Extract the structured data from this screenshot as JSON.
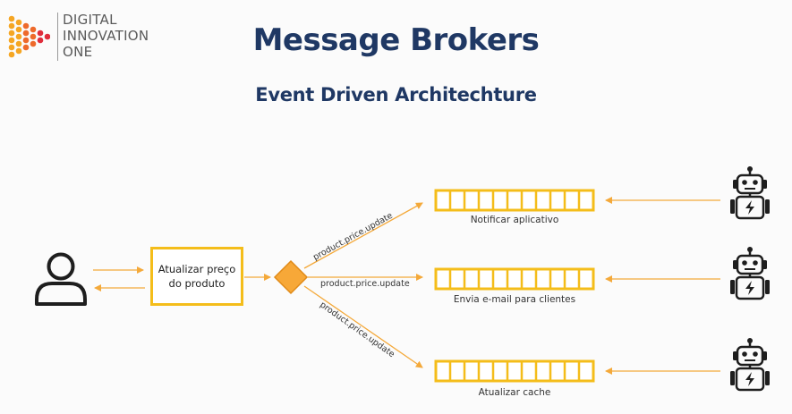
{
  "logo": {
    "lines": [
      "DIGITAL",
      "INNOVATION",
      "ONE"
    ],
    "brand_colors": [
      "#f5a623",
      "#ee6a2b",
      "#e02d3c"
    ]
  },
  "title": "Message Brokers",
  "subtitle": "Event Driven Architechture",
  "diagram": {
    "user": {
      "icon": "user-icon"
    },
    "process": {
      "label_line1": "Atualizar preço",
      "label_line2": "do produto"
    },
    "broker": {
      "icon": "exchange-diamond-icon"
    },
    "routes": [
      {
        "key": "product.price.update"
      },
      {
        "key": "product.price.update"
      },
      {
        "key": "product.price.update"
      }
    ],
    "queues": [
      {
        "label": "Notificar aplicativo",
        "slots": 11
      },
      {
        "label": "Envia e-mail para clientes",
        "slots": 11
      },
      {
        "label": "Atualizar cache",
        "slots": 11
      }
    ],
    "consumers": [
      {
        "icon": "robot-icon"
      },
      {
        "icon": "robot-icon"
      },
      {
        "icon": "robot-icon"
      }
    ],
    "colors": {
      "accent": "#f4bd1a",
      "arrow": "#f4a93a",
      "diamond_fill": "#f7a838",
      "title": "#1f3864",
      "icon": "#1e1e1e"
    }
  }
}
